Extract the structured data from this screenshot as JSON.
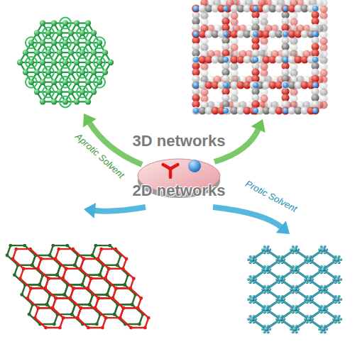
{
  "diagram": {
    "nodes": [
      {
        "text": [
          "3D networks",
          "2D networks"
        ]
      }
    ],
    "labels": [
      "Aprotic Solvent",
      "Protic Solvent"
    ]
  }
}
